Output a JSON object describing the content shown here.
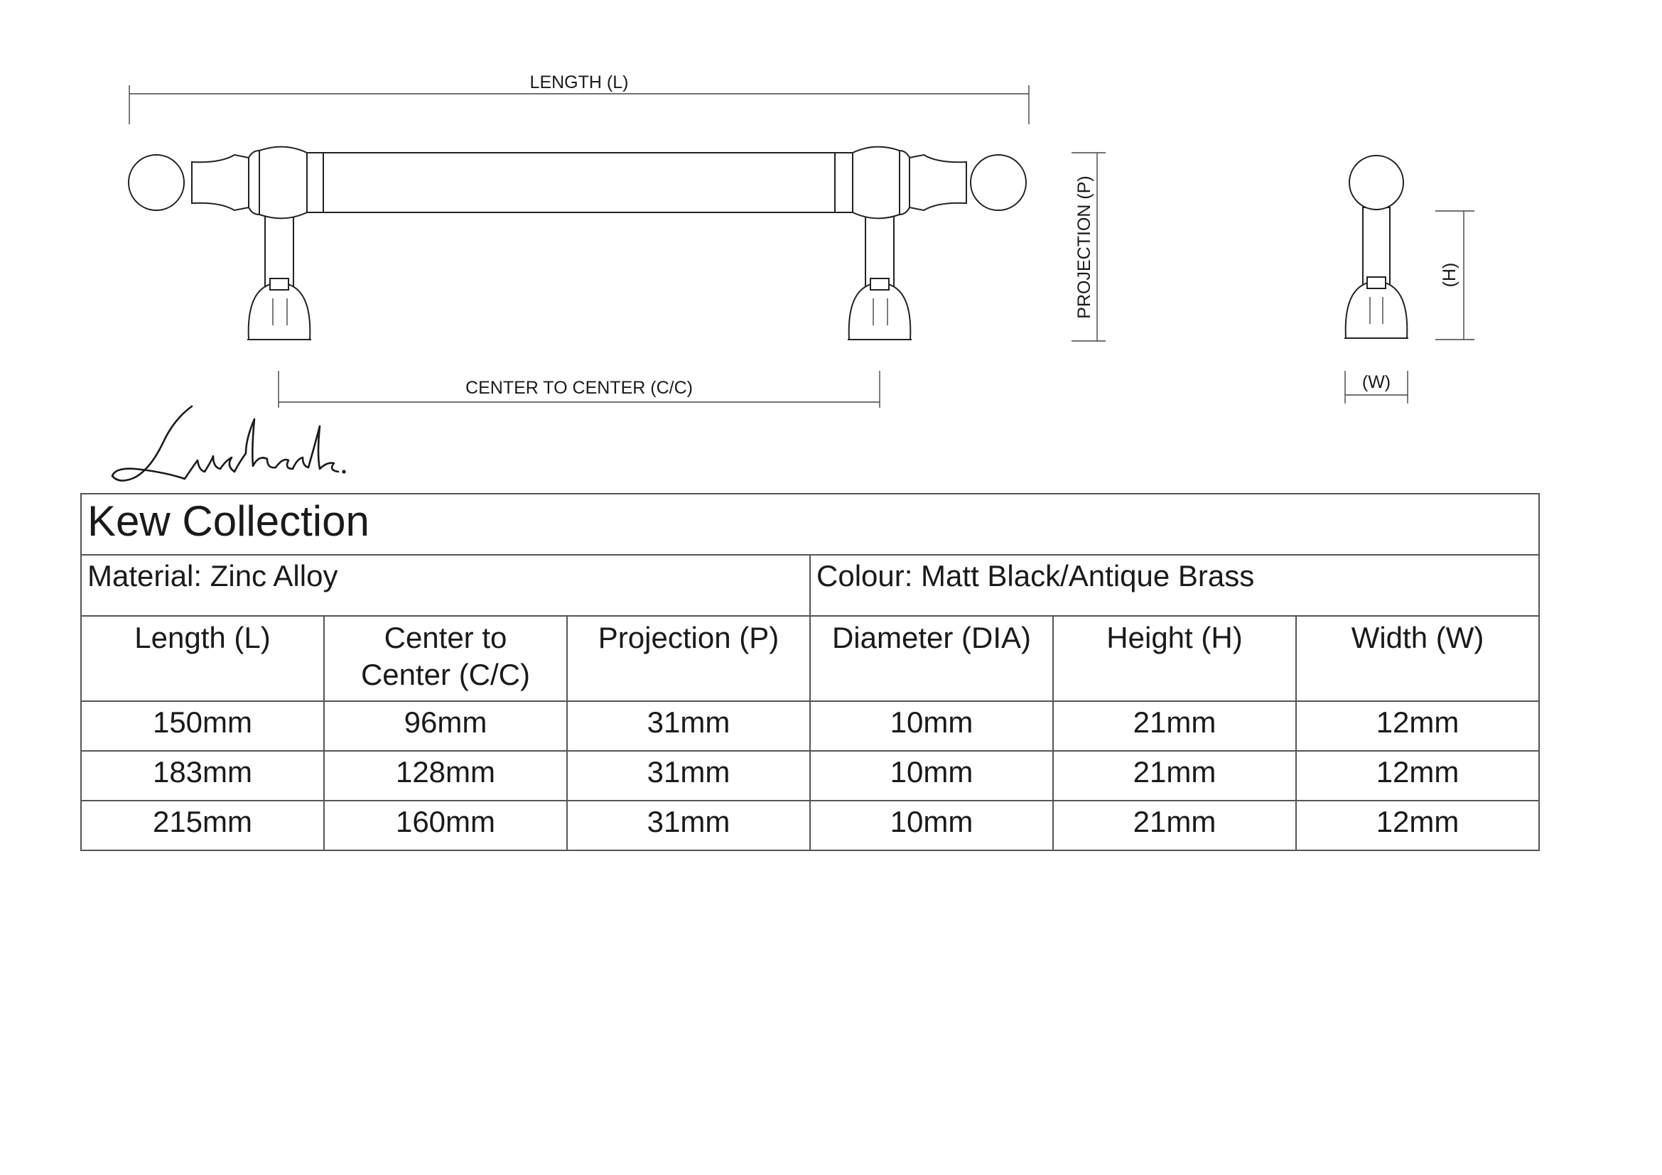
{
  "drawing": {
    "length_label": "LENGTH (L)",
    "cc_label": "CENTER TO CENTER (C/C)",
    "projection_label": "PROJECTION (P)",
    "height_label": "(H)",
    "width_label": "(W)"
  },
  "brand": {
    "signature": "Luxhandles."
  },
  "table": {
    "title": "Kew Collection",
    "material": "Material: Zinc Alloy",
    "colour": "Colour: Matt Black/Antique Brass",
    "headers": [
      "Length (L)",
      "Center to Center (C/C)",
      "Projection (P)",
      "Diameter (DIA)",
      "Height (H)",
      "Width (W)"
    ],
    "rows": [
      [
        "150mm",
        "96mm",
        "31mm",
        "10mm",
        "21mm",
        "12mm"
      ],
      [
        "183mm",
        "128mm",
        "31mm",
        "10mm",
        "21mm",
        "12mm"
      ],
      [
        "215mm",
        "160mm",
        "31mm",
        "10mm",
        "21mm",
        "12mm"
      ]
    ]
  }
}
